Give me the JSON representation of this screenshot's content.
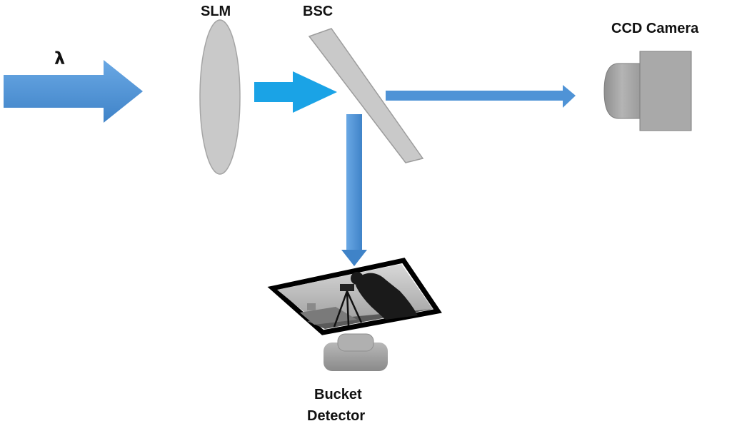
{
  "labels": {
    "wavelength": "λ",
    "slm": "SLM",
    "bsc": "BSC",
    "ccd_camera": "CCD Camera",
    "bucket_detector_line1": "Bucket",
    "bucket_detector_line2": "Detector"
  },
  "colors": {
    "beam": "#4f93d6",
    "beam_bright": "#1aa3e6",
    "optic_fill": "#c9c9c9",
    "optic_stroke": "#9a9a9a",
    "camera_body": "#a8a8a8"
  },
  "icons": {
    "scene_image": "cameraman-photo-icon",
    "detector": "bucket-detector-icon",
    "camera": "ccd-camera-icon"
  }
}
